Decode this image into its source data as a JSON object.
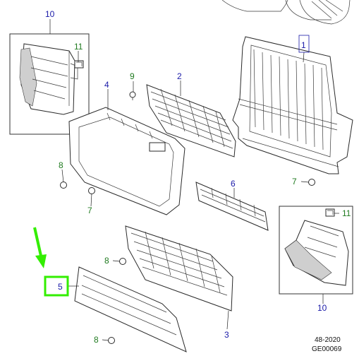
{
  "callouts": {
    "p1": "1",
    "p2": "2",
    "p3": "3",
    "p4": "4",
    "p5": "5",
    "p6": "6",
    "p7a": "7",
    "p7b": "7",
    "p8a": "8",
    "p8b": "8",
    "p8c": "8",
    "p9": "9",
    "p10a": "10",
    "p10b": "10",
    "p11a": "11",
    "p11b": "11"
  },
  "footer": {
    "ref": "48-2020",
    "code": "GE00069"
  },
  "colors": {
    "label_blue": "#1a1aa8",
    "label_green": "#1f7a1f",
    "highlight": "#33ee00"
  }
}
